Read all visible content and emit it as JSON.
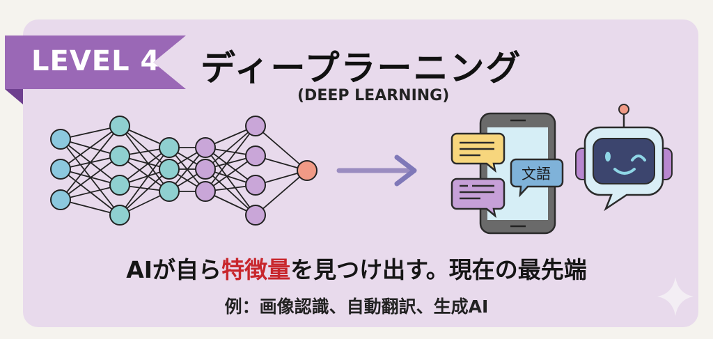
{
  "badge": {
    "label": "LEVEL 4"
  },
  "title": "ディープラーニング",
  "subtitle": "(DEEP LEARNING)",
  "translation_bubble": "文語",
  "description": {
    "before": "AIが自ら",
    "highlight": "特徴量",
    "after": "を見つけ出す。現在の最先端"
  },
  "examples": "例：画像認識、自動翻訳、生成AI",
  "colors": {
    "card": "#e8daec",
    "ribbon": "#9a68b6",
    "highlight": "#c8262c",
    "node_teal": "#8fd0d0",
    "node_purple": "#c9a6d8",
    "node_output": "#f09a86"
  }
}
